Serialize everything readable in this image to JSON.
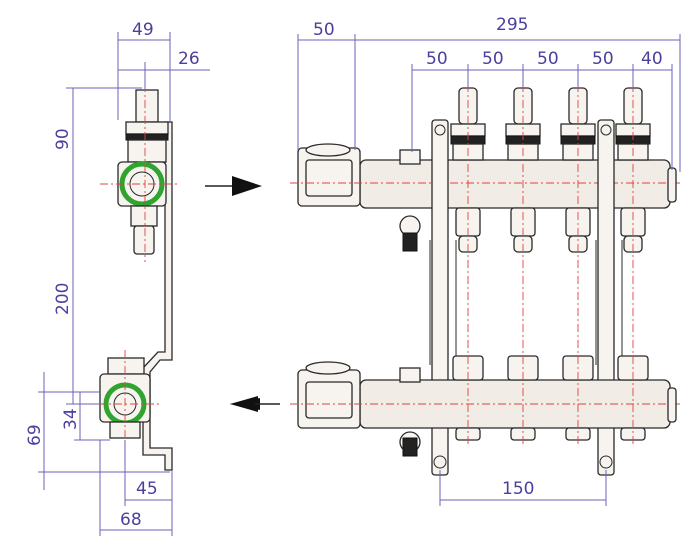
{
  "dimensions": {
    "side_top_width": "49",
    "side_top_offset": "26",
    "side_height_upper": "90",
    "side_height_between": "200",
    "side_return_34": "34",
    "side_return_69": "69",
    "side_bottom_45": "45",
    "side_bottom_68": "68",
    "front_inlet": "50",
    "front_total": "295",
    "front_pitch_1": "50",
    "front_pitch_2": "50",
    "front_pitch_3": "50",
    "front_pitch_4": "50",
    "front_end": "40",
    "front_bracket": "150"
  },
  "colors": {
    "dimension": "#6a63b8",
    "centerline": "#d44444",
    "highlight": "#2fa52f",
    "outline": "#2a2a2a"
  },
  "icons": {
    "supply_arrow": "arrow-right-icon",
    "return_arrow": "arrow-left-icon"
  }
}
